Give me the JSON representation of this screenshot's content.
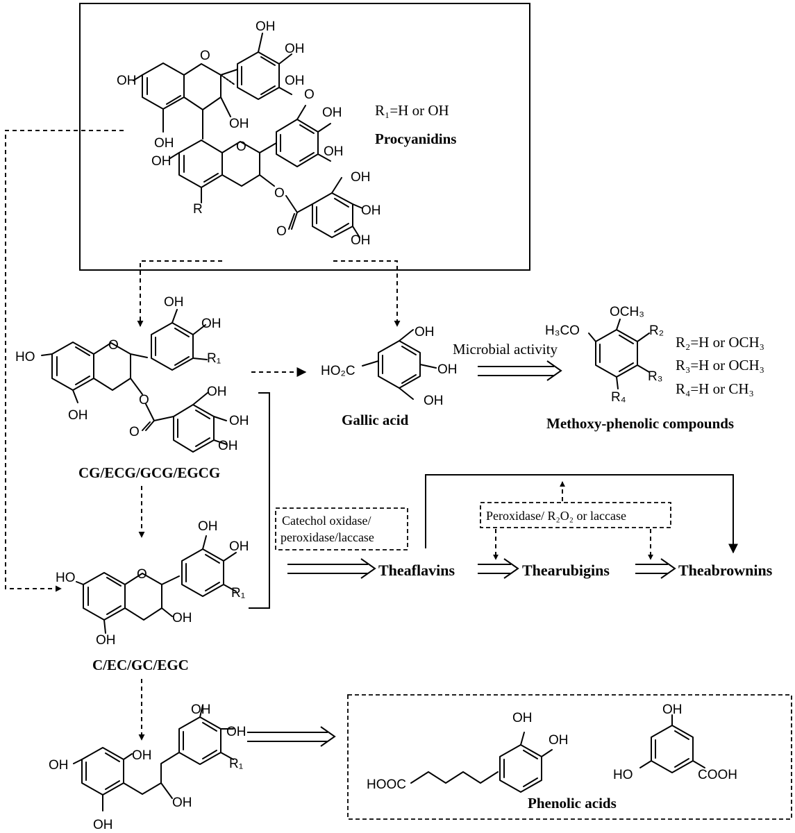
{
  "procyanidins": {
    "name": "Procyanidins",
    "r_note": "R₁=H or OH",
    "substituents": [
      "OH",
      "OH",
      "OH",
      "OH",
      "OH",
      "OH",
      "OH",
      "OH",
      "OH",
      "OH",
      "OH",
      "OH",
      "R",
      "O",
      "O",
      "O",
      "O"
    ]
  },
  "catechin_gallates": {
    "name": "CG/ECG/GCG/EGCG",
    "substituents": [
      "OH",
      "OH",
      "HO",
      "OH",
      "R₁",
      "OH",
      "OH",
      "OH",
      "O",
      "O",
      "O"
    ]
  },
  "catechins": {
    "name": "C/EC/GC/EGC",
    "substituents": [
      "OH",
      "OH",
      "OH",
      "HO",
      "OH",
      "R₁",
      "O"
    ]
  },
  "gallic_acid": {
    "name": "Gallic acid",
    "acid_group": "HO₂C",
    "substituents": [
      "OH",
      "OH",
      "OH"
    ]
  },
  "methoxy": {
    "name": "Methoxy-phenolic compounds",
    "arrow_label": "Microbial activity",
    "groups": [
      "OCH₃",
      "H₃CO",
      "R₂",
      "R₃",
      "R₄"
    ],
    "notes": [
      "R₂=H or OCH₃",
      "R₃=H or OCH₃",
      "R₄=H or CH₃"
    ]
  },
  "enzymes": {
    "catechol_line1": "Catechol oxidase/",
    "catechol_line2": "peroxidase/laccase",
    "peroxidase": "Peroxidase/ R₂O₂ or laccase"
  },
  "products": {
    "theaflavins": "Theaflavins",
    "thearubigins": "Thearubigins",
    "theabrownins": "Theabrownins"
  },
  "diphenylpropanol": {
    "substituents": [
      "OH",
      "OH",
      "OH",
      "OH",
      "OH",
      "OH",
      "R₁"
    ]
  },
  "phenolic_acids": {
    "name": "Phenolic acids",
    "acid1_group": "HOOC",
    "acid1_substituents": [
      "OH",
      "OH"
    ],
    "acid2_substituents": [
      "OH",
      "HO"
    ],
    "acid2_group": "COOH"
  }
}
